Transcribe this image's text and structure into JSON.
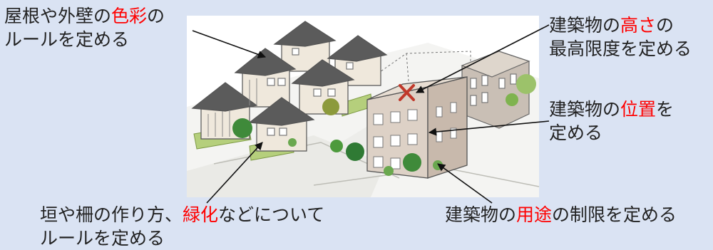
{
  "labels": {
    "roof_wall_color": {
      "line1": [
        "屋根や外壁の",
        "色彩",
        "の"
      ],
      "line2": "ルールを定める"
    },
    "building_height": {
      "line1": [
        "建築物の",
        "高さ",
        "の"
      ],
      "line2": "最高限度を定める"
    },
    "building_position": {
      "line1": [
        "建築物の",
        "位置",
        "を"
      ],
      "line2": "定める"
    },
    "fence_greening": {
      "line1": [
        "垣や柵の作り方、",
        "緑化",
        "などについて"
      ],
      "line2": "ルールを定める"
    },
    "building_use": {
      "line1": [
        "建築物の",
        "用途",
        "の制限を定める"
      ]
    }
  },
  "colors": {
    "background": "#dae3f3",
    "text": "#222222",
    "emphasis": "#ff0000",
    "cross_mark": "#c0392b"
  },
  "icons": {
    "prohibited_height_mark": "x-mark-icon"
  }
}
